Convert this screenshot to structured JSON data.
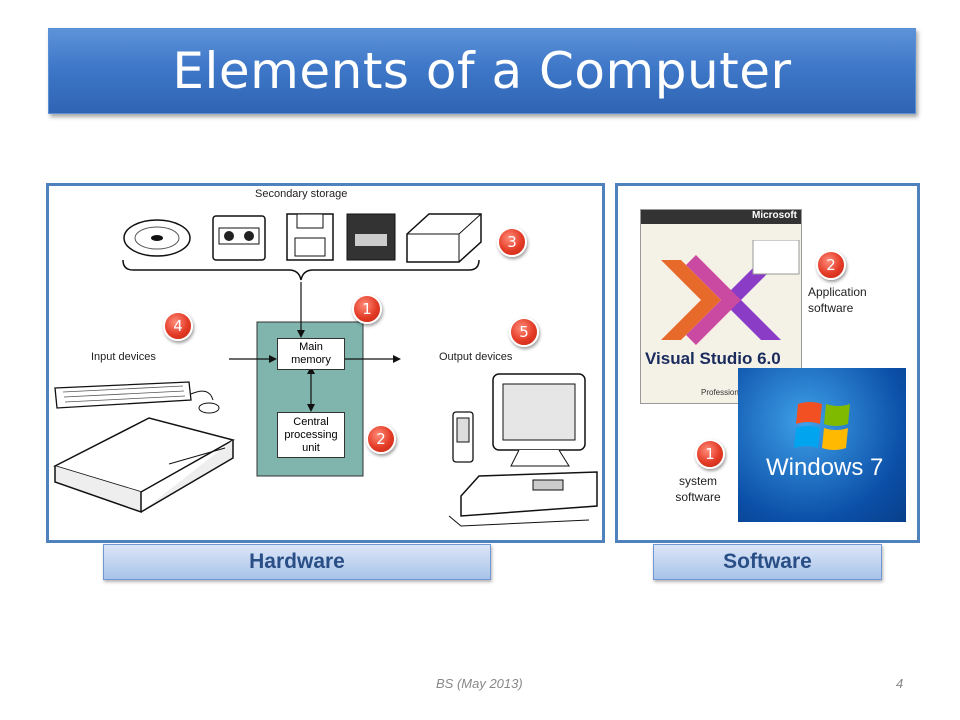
{
  "title": "Elements of a Computer",
  "hardware": {
    "label": "Hardware",
    "secondary_storage": "Secondary storage",
    "input_devices": "Input devices",
    "output_devices": "Output devices",
    "main_memory": "Main memory",
    "cpu": "Central processing unit",
    "badges": [
      "1",
      "2",
      "3",
      "4",
      "5"
    ]
  },
  "software": {
    "label": "Software",
    "badge_app": "2",
    "app_caption_1": "Application",
    "app_caption_2": "software",
    "badge_sys": "1",
    "sys_caption_1": "system",
    "sys_caption_2": "software",
    "vs_brand": "Microsoft",
    "vs_product": "Visual Studio 6.0",
    "vs_edition": "Professional Edition",
    "win_text": "Windows 7"
  },
  "footer": {
    "source": "BS (May 2013)",
    "page": "4"
  },
  "colors": {
    "title_bg": "#3f78c9",
    "panel_border": "#4f81bd",
    "label_text": "#2a4f86",
    "badge": "#e33b26",
    "cpu_box": "#7fb5ad"
  }
}
